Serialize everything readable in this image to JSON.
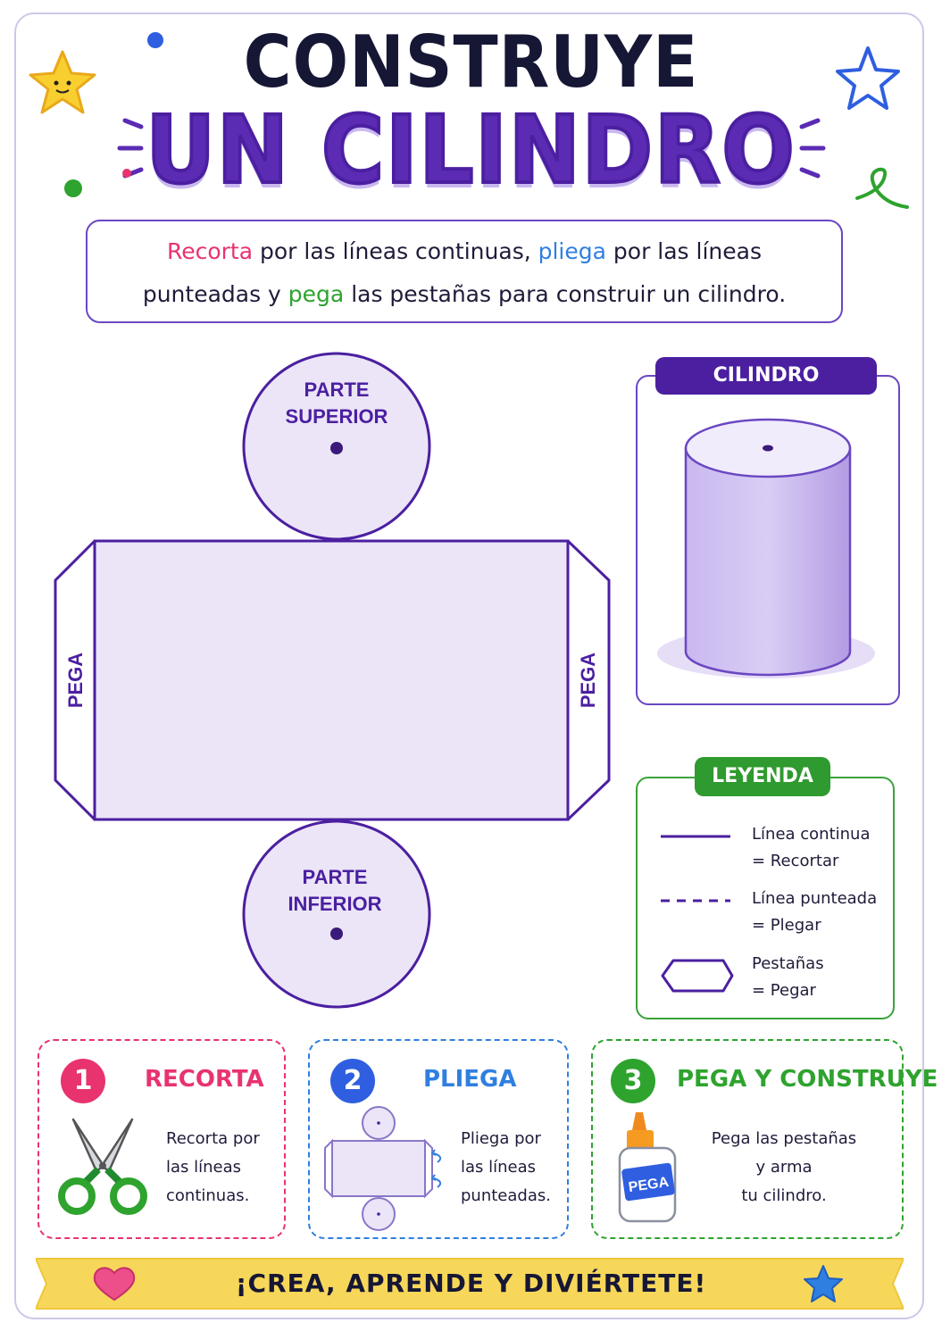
{
  "title": {
    "line1": "CONSTRUYE",
    "line2": "UN CILINDRO"
  },
  "instructions": {
    "w1": "Recorta",
    "t1": " por las líneas continuas, ",
    "w2": "pliega",
    "t2": " por las líneas",
    "t3": "punteadas y ",
    "w3": "pega",
    "t4": " las pestañas para construir un cilindro."
  },
  "net": {
    "top_circle": {
      "line1": "PARTE",
      "line2": "SUPERIOR"
    },
    "bottom_circle": {
      "line1": "PARTE",
      "line2": "INFERIOR"
    },
    "left_tab": "PEGA",
    "right_tab": "PEGA"
  },
  "finished": {
    "title": "CILINDRO TERMINADO"
  },
  "legend": {
    "title": "LEYENDA",
    "items": [
      {
        "line1": "Línea continua",
        "line2": "= Recortar"
      },
      {
        "line1": "Línea punteada",
        "line2": "= Plegar"
      },
      {
        "line1": "Pestañas",
        "line2": "= Pegar"
      }
    ]
  },
  "steps": [
    {
      "number": "1",
      "title": "RECORTA",
      "lines": [
        "Recorta por",
        "las líneas",
        "continuas."
      ]
    },
    {
      "number": "2",
      "title": "PLIEGA",
      "lines": [
        "Pliega por",
        "las líneas",
        "punteadas."
      ]
    },
    {
      "number": "3",
      "title": "PEGA Y CONSTRUYE",
      "lines": [
        "Pega las pestañas",
        "y arma",
        "tu cilindro."
      ],
      "glue_label": "PEGA"
    }
  ],
  "banner": "¡CREA, APRENDE Y DIVIÉRTETE!",
  "colors": {
    "purple": "#5b2bb4",
    "red": "#e8336f",
    "blue": "#2f7fe0",
    "green": "#2ea32e",
    "yellow": "#f7d75a"
  }
}
